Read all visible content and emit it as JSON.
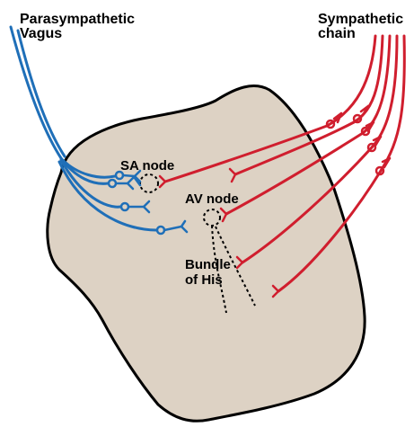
{
  "labels": {
    "parasympathetic_line1": "Parasympathetic",
    "parasympathetic_line2": "Vagus",
    "sympathetic_line1": "Sympathetic",
    "sympathetic_line2": "chain",
    "sa_node": "SA node",
    "av_node": "AV node",
    "bundle_line1": "Bundle",
    "bundle_line2": "of His"
  },
  "colors": {
    "parasympathetic": "#1f6fb8",
    "sympathetic": "#d01e2e",
    "heart_fill": "#ddd2c4",
    "outline": "#000000",
    "text": "#000000"
  }
}
